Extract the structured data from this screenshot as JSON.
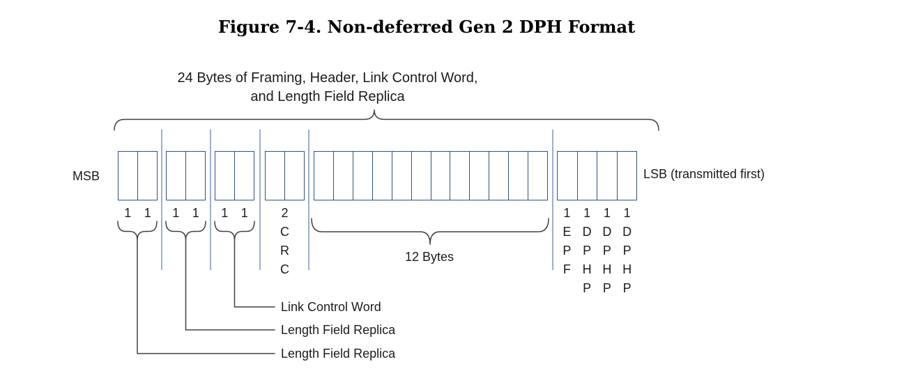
{
  "title": "Figure 7-4.  Non-deferred Gen 2 DPH Format",
  "top_brace_label": {
    "line1": "24 Bytes of Framing, Header, Link Control Word,",
    "line2": "and Length Field Replica"
  },
  "msb_label": "MSB",
  "lsb_label": "LSB (transmitted first)",
  "byte_groups": [
    {
      "id": "length-field-replica-1",
      "cells": 2,
      "bit_labels": [
        "1",
        "1"
      ]
    },
    {
      "id": "length-field-replica-2",
      "cells": 2,
      "bit_labels": [
        "1",
        "1"
      ]
    },
    {
      "id": "link-control-word",
      "cells": 2,
      "bit_labels": [
        "1",
        "1"
      ]
    },
    {
      "id": "crc",
      "cells": 2,
      "bit_labels": []
    },
    {
      "id": "payload-12-bytes",
      "cells": 12,
      "bit_labels": []
    },
    {
      "id": "trailer",
      "cells": 4,
      "bit_labels": []
    }
  ],
  "crc_column": [
    "2",
    "C",
    "R",
    "C"
  ],
  "payload_brace_label": "12 Bytes",
  "trailer_columns": [
    [
      "1",
      "E",
      "P",
      "F"
    ],
    [
      "1",
      "D",
      "P",
      "H",
      "P"
    ],
    [
      "1",
      "D",
      "P",
      "H",
      "P"
    ],
    [
      "1",
      "D",
      "P",
      "H",
      "P"
    ]
  ],
  "callouts": [
    {
      "label": "Link Control Word"
    },
    {
      "label": "Length Field Replica"
    },
    {
      "label": "Length Field Replica"
    }
  ],
  "colors": {
    "box_border": "#2e5283",
    "separator": "#9cafcf",
    "line": "#404040",
    "text": "#1b1b1b"
  }
}
